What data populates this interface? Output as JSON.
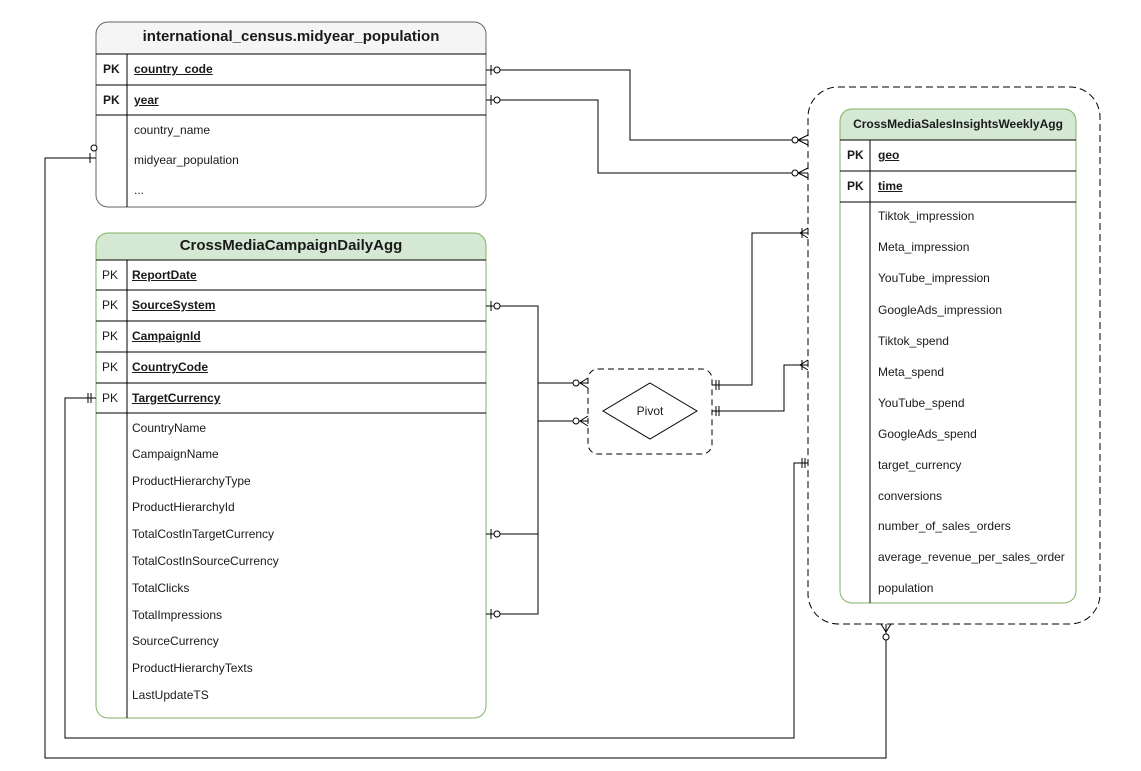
{
  "tables": {
    "census": {
      "title": "international_census.midyear_population",
      "keys": [
        {
          "pk": "PK",
          "name": "country_code"
        },
        {
          "pk": "PK",
          "name": "year"
        }
      ],
      "fields": [
        "country_name",
        "midyear_population",
        "..."
      ]
    },
    "campaign": {
      "title": "CrossMediaCampaignDailyAgg",
      "keys": [
        {
          "pk": "PK",
          "name": "ReportDate"
        },
        {
          "pk": "PK",
          "name": "SourceSystem"
        },
        {
          "pk": "PK",
          "name": "CampaignId"
        },
        {
          "pk": "PK",
          "name": "CountryCode"
        },
        {
          "pk": "PK",
          "name": "TargetCurrency"
        }
      ],
      "fields": [
        "CountryName",
        "CampaignName",
        "ProductHierarchyType",
        "ProductHierarchyId",
        "TotalCostInTargetCurrency",
        "TotalCostInSourceCurrency",
        "TotalClicks",
        "TotalImpressions",
        "SourceCurrency",
        "ProductHierarchyTexts",
        "LastUpdateTS"
      ]
    },
    "weekly": {
      "title": "CrossMediaSalesInsightsWeeklyAgg",
      "keys": [
        {
          "pk": "PK",
          "name": "geo"
        },
        {
          "pk": "PK",
          "name": "time"
        }
      ],
      "fields": [
        "Tiktok_impression",
        "Meta_impression",
        "YouTube_impression",
        "GoogleAds_impression",
        "Tiktok_spend",
        "Meta_spend",
        "YouTube_spend",
        "GoogleAds_spend",
        "target_currency",
        "conversions",
        "number_of_sales_orders",
        "average_revenue_per_sales_order",
        "population"
      ]
    }
  },
  "pivot": {
    "label": "Pivot"
  },
  "colors": {
    "census_header": "#f5f5f5",
    "green_header": "#d5e8d4",
    "green_border": "#82b366",
    "line": "#000000",
    "border_gray": "#666666"
  }
}
